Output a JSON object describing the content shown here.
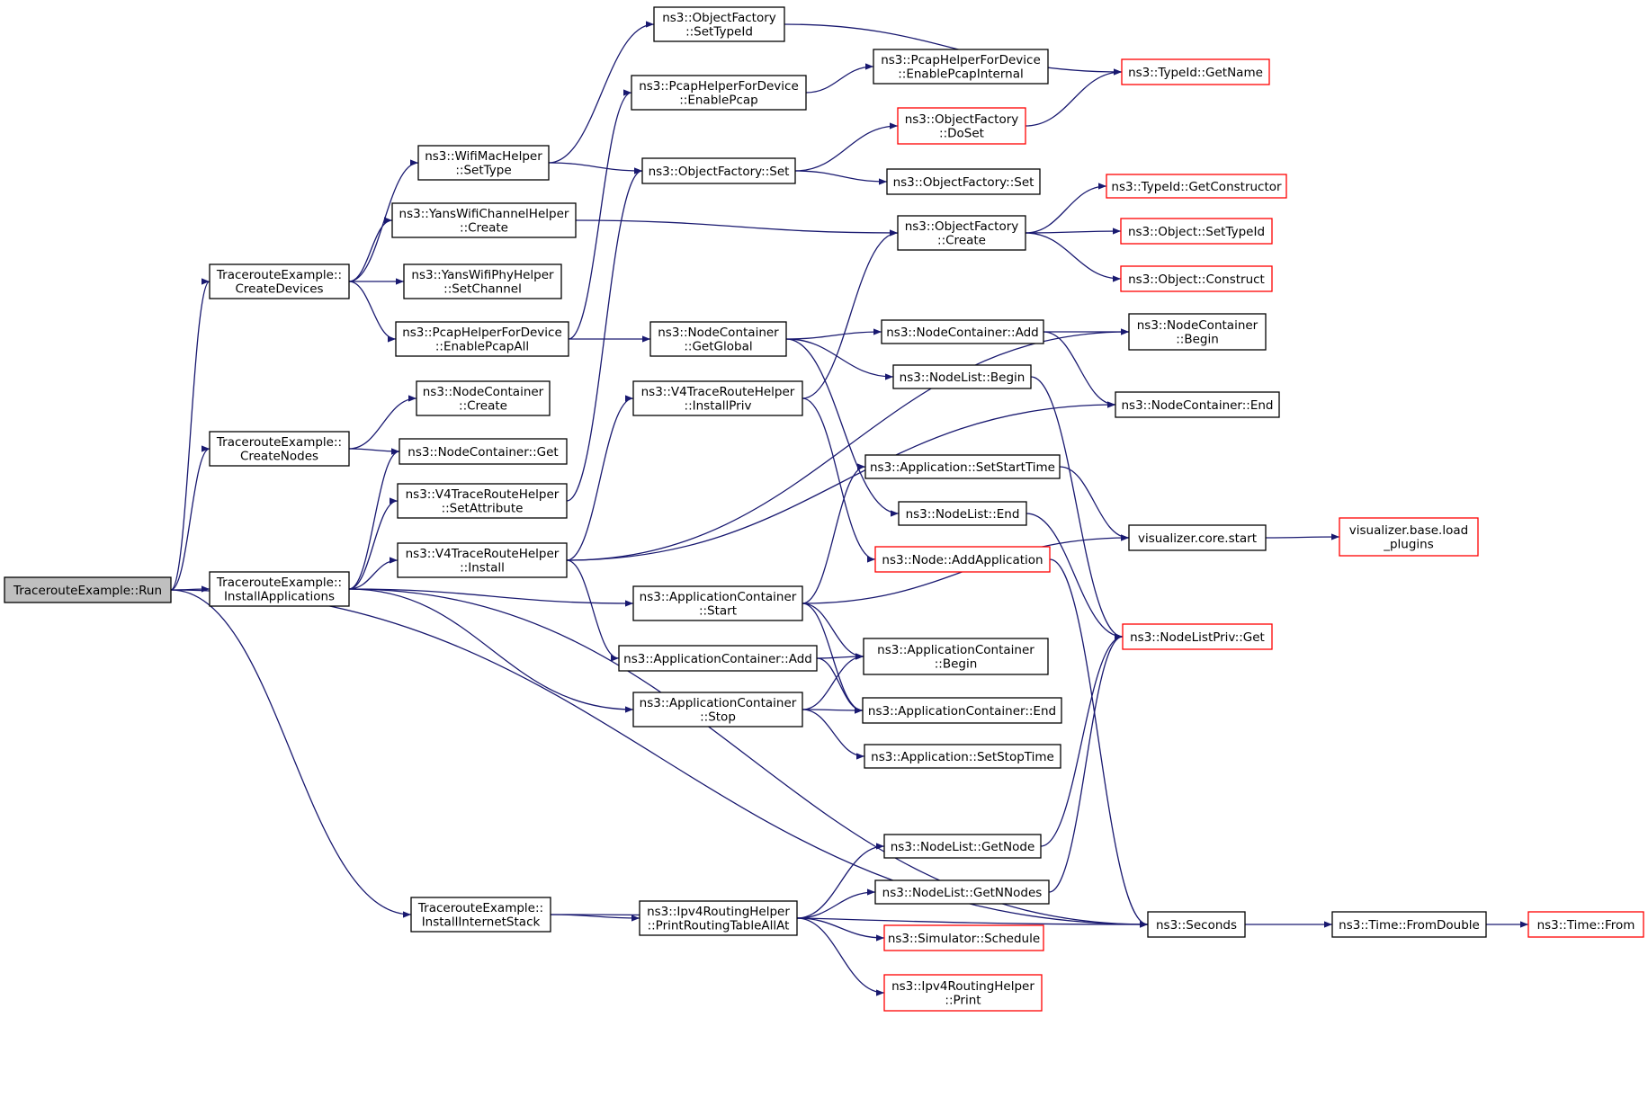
{
  "nodes": {
    "run": {
      "lines": [
        "TracerouteExample::Run"
      ],
      "style": "root"
    },
    "createDevices": {
      "lines": [
        "TracerouteExample::",
        "CreateDevices"
      ],
      "style": "normal"
    },
    "createNodes": {
      "lines": [
        "TracerouteExample::",
        "CreateNodes"
      ],
      "style": "normal"
    },
    "installApplications": {
      "lines": [
        "TracerouteExample::",
        "InstallApplications"
      ],
      "style": "normal"
    },
    "installInternetStack": {
      "lines": [
        "TracerouteExample::",
        "InstallInternetStack"
      ],
      "style": "normal"
    },
    "wifiMacSetType": {
      "lines": [
        "ns3::WifiMacHelper",
        "::SetType"
      ],
      "style": "normal"
    },
    "yansChannelCreate": {
      "lines": [
        "ns3::YansWifiChannelHelper",
        "::Create"
      ],
      "style": "normal"
    },
    "yansPhySetChannel": {
      "lines": [
        "ns3::YansWifiPhyHelper",
        "::SetChannel"
      ],
      "style": "normal"
    },
    "pcapEnableAll": {
      "lines": [
        "ns3::PcapHelperForDevice",
        "::EnablePcapAll"
      ],
      "style": "normal"
    },
    "ncCreate": {
      "lines": [
        "ns3::NodeContainer",
        "::Create"
      ],
      "style": "normal"
    },
    "ncGet": {
      "lines": [
        "ns3::NodeContainer::Get"
      ],
      "style": "normal"
    },
    "v4SetAttribute": {
      "lines": [
        "ns3::V4TraceRouteHelper",
        "::SetAttribute"
      ],
      "style": "normal"
    },
    "v4Install": {
      "lines": [
        "ns3::V4TraceRouteHelper",
        "::Install"
      ],
      "style": "normal"
    },
    "ofSetTypeId": {
      "lines": [
        "ns3::ObjectFactory",
        "::SetTypeId"
      ],
      "style": "normal"
    },
    "pcapEnable": {
      "lines": [
        "ns3::PcapHelperForDevice",
        "::EnablePcap"
      ],
      "style": "normal"
    },
    "ofSet": {
      "lines": [
        "ns3::ObjectFactory::Set"
      ],
      "style": "normal"
    },
    "ncGetGlobal": {
      "lines": [
        "ns3::NodeContainer",
        "::GetGlobal"
      ],
      "style": "normal"
    },
    "v4InstallPriv": {
      "lines": [
        "ns3::V4TraceRouteHelper",
        "::InstallPriv"
      ],
      "style": "normal"
    },
    "acStart": {
      "lines": [
        "ns3::ApplicationContainer",
        "::Start"
      ],
      "style": "normal"
    },
    "acAdd": {
      "lines": [
        "ns3::ApplicationContainer::Add"
      ],
      "style": "normal"
    },
    "acStop": {
      "lines": [
        "ns3::ApplicationContainer",
        "::Stop"
      ],
      "style": "normal"
    },
    "ipv4PrintAll": {
      "lines": [
        "ns3::Ipv4RoutingHelper",
        "::PrintRoutingTableAllAt"
      ],
      "style": "normal"
    },
    "pcapEnableInternal": {
      "lines": [
        "ns3::PcapHelperForDevice",
        "::EnablePcapInternal"
      ],
      "style": "normal"
    },
    "ofDoSet": {
      "lines": [
        "ns3::ObjectFactory",
        "::DoSet"
      ],
      "style": "red"
    },
    "ofSet2": {
      "lines": [
        "ns3::ObjectFactory::Set"
      ],
      "style": "normal"
    },
    "ofCreate": {
      "lines": [
        "ns3::ObjectFactory",
        "::Create"
      ],
      "style": "normal"
    },
    "ncAdd": {
      "lines": [
        "ns3::NodeContainer::Add"
      ],
      "style": "normal"
    },
    "nlBegin": {
      "lines": [
        "ns3::NodeList::Begin"
      ],
      "style": "normal"
    },
    "appSetStartTime": {
      "lines": [
        "ns3::Application::SetStartTime"
      ],
      "style": "normal"
    },
    "nlEnd": {
      "lines": [
        "ns3::NodeList::End"
      ],
      "style": "normal"
    },
    "nodeAddApp": {
      "lines": [
        "ns3::Node::AddApplication"
      ],
      "style": "red"
    },
    "acBegin": {
      "lines": [
        "ns3::ApplicationContainer",
        "::Begin"
      ],
      "style": "normal"
    },
    "acEnd": {
      "lines": [
        "ns3::ApplicationContainer::End"
      ],
      "style": "normal"
    },
    "appSetStopTime": {
      "lines": [
        "ns3::Application::SetStopTime"
      ],
      "style": "normal"
    },
    "nlGetNode": {
      "lines": [
        "ns3::NodeList::GetNode"
      ],
      "style": "normal"
    },
    "nlGetNNodes": {
      "lines": [
        "ns3::NodeList::GetNNodes"
      ],
      "style": "normal"
    },
    "simSchedule": {
      "lines": [
        "ns3::Simulator::Schedule"
      ],
      "style": "red"
    },
    "ipv4Print": {
      "lines": [
        "ns3::Ipv4RoutingHelper",
        "::Print"
      ],
      "style": "red"
    },
    "typeIdGetName": {
      "lines": [
        "ns3::TypeId::GetName"
      ],
      "style": "red"
    },
    "typeIdGetConstructor": {
      "lines": [
        "ns3::TypeId::GetConstructor"
      ],
      "style": "red"
    },
    "objSetTypeId": {
      "lines": [
        "ns3::Object::SetTypeId"
      ],
      "style": "red"
    },
    "objConstruct": {
      "lines": [
        "ns3::Object::Construct"
      ],
      "style": "red"
    },
    "ncBegin": {
      "lines": [
        "ns3::NodeContainer",
        "::Begin"
      ],
      "style": "normal"
    },
    "ncEnd": {
      "lines": [
        "ns3::NodeContainer::End"
      ],
      "style": "normal"
    },
    "vizStart": {
      "lines": [
        "visualizer.core.start"
      ],
      "style": "normal"
    },
    "nlPrivGet": {
      "lines": [
        "ns3::NodeListPriv::Get"
      ],
      "style": "red"
    },
    "seconds": {
      "lines": [
        "ns3::Seconds"
      ],
      "style": "normal"
    },
    "timeFromDouble": {
      "lines": [
        "ns3::Time::FromDouble"
      ],
      "style": "normal"
    },
    "vizLoadPlugins": {
      "lines": [
        "visualizer.base.load",
        "_plugins"
      ],
      "style": "red"
    },
    "timeFrom": {
      "lines": [
        "ns3::Time::From"
      ],
      "style": "red"
    }
  },
  "edges": [
    [
      "run",
      "createDevices"
    ],
    [
      "run",
      "createNodes"
    ],
    [
      "run",
      "installApplications"
    ],
    [
      "run",
      "installInternetStack"
    ],
    [
      "run",
      "seconds"
    ],
    [
      "createDevices",
      "wifiMacSetType"
    ],
    [
      "createDevices",
      "yansChannelCreate"
    ],
    [
      "createDevices",
      "yansPhySetChannel"
    ],
    [
      "createDevices",
      "pcapEnableAll"
    ],
    [
      "wifiMacSetType",
      "ofSetTypeId"
    ],
    [
      "wifiMacSetType",
      "ofSet"
    ],
    [
      "yansChannelCreate",
      "ofCreate"
    ],
    [
      "pcapEnableAll",
      "pcapEnable"
    ],
    [
      "pcapEnableAll",
      "ncGetGlobal"
    ],
    [
      "createNodes",
      "ncCreate"
    ],
    [
      "createNodes",
      "ncGet"
    ],
    [
      "installApplications",
      "ncGet"
    ],
    [
      "installApplications",
      "v4SetAttribute"
    ],
    [
      "installApplications",
      "v4Install"
    ],
    [
      "installApplications",
      "acStart"
    ],
    [
      "installApplications",
      "acStop"
    ],
    [
      "installApplications",
      "seconds"
    ],
    [
      "v4SetAttribute",
      "ofSet"
    ],
    [
      "v4Install",
      "ncBegin"
    ],
    [
      "v4Install",
      "ncEnd"
    ],
    [
      "v4Install",
      "v4InstallPriv"
    ],
    [
      "v4Install",
      "acAdd"
    ],
    [
      "installInternetStack",
      "ipv4PrintAll"
    ],
    [
      "installInternetStack",
      "seconds"
    ],
    [
      "ofSetTypeId",
      "typeIdGetName"
    ],
    [
      "pcapEnable",
      "pcapEnableInternal"
    ],
    [
      "ofSet",
      "ofDoSet"
    ],
    [
      "ofSet",
      "ofSet2"
    ],
    [
      "ofDoSet",
      "typeIdGetName"
    ],
    [
      "ncGetGlobal",
      "ncAdd"
    ],
    [
      "ncGetGlobal",
      "nlBegin"
    ],
    [
      "ncGetGlobal",
      "nlEnd"
    ],
    [
      "v4InstallPriv",
      "ofCreate"
    ],
    [
      "v4InstallPriv",
      "nodeAddApp"
    ],
    [
      "ofCreate",
      "typeIdGetConstructor"
    ],
    [
      "ofCreate",
      "objSetTypeId"
    ],
    [
      "ofCreate",
      "objConstruct"
    ],
    [
      "ncAdd",
      "ncBegin"
    ],
    [
      "ncAdd",
      "ncEnd"
    ],
    [
      "nlBegin",
      "nlPrivGet"
    ],
    [
      "nlEnd",
      "nlPrivGet"
    ],
    [
      "appSetStartTime",
      "vizStart"
    ],
    [
      "nodeAddApp",
      "seconds"
    ],
    [
      "acStart",
      "appSetStartTime"
    ],
    [
      "acStart",
      "vizStart"
    ],
    [
      "acStart",
      "acBegin"
    ],
    [
      "acStart",
      "acEnd"
    ],
    [
      "acAdd",
      "acBegin"
    ],
    [
      "acAdd",
      "acEnd"
    ],
    [
      "acStop",
      "acBegin"
    ],
    [
      "acStop",
      "acEnd"
    ],
    [
      "acStop",
      "appSetStopTime"
    ],
    [
      "ipv4PrintAll",
      "nlGetNode"
    ],
    [
      "ipv4PrintAll",
      "nlGetNNodes"
    ],
    [
      "ipv4PrintAll",
      "simSchedule"
    ],
    [
      "ipv4PrintAll",
      "ipv4Print"
    ],
    [
      "nlGetNode",
      "nlPrivGet"
    ],
    [
      "nlGetNNodes",
      "nlPrivGet"
    ],
    [
      "vizStart",
      "vizLoadPlugins"
    ],
    [
      "seconds",
      "timeFromDouble"
    ],
    [
      "timeFromDouble",
      "timeFrom"
    ]
  ]
}
